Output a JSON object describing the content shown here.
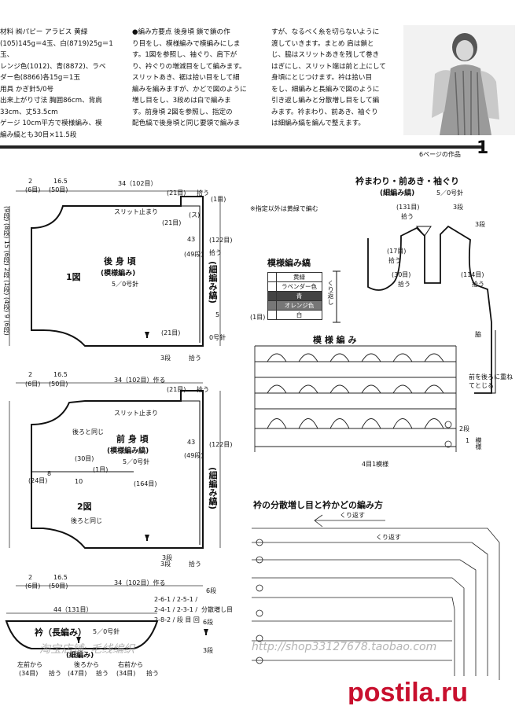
{
  "header": {
    "col1": "材料 ㈱パピー アラビス 黄緑\n(105)145g＝4玉、白(8719)25g＝1玉、\nレンジ色(1012)、青(8872)、ラベ\nダー色(8866)各15g＝1玉\n用具 かぎ針5/0号\n出来上がり寸法 胸囲86cm、背肩\n33cm、丈53.5cm\nゲージ 10cm平方で模様編み、模\n編み縞とも30目×11.5段",
    "col2": "●編み方要点 後身頃 鎖で鎖の作\nり目をし、模様編みで模編みにしま\nす。1図を参照し、袖ぐり、肩下が\nり、衿ぐりの増減目をして編みます。\nスリットあき、裾は拾い目をして細\n編みを編みますが、かどで図のように\n増し目をし、3段めは白で編みま\nす。前身頃 2図を参照し、指定の\n配色縞で後身頃と同じ要領で編みま",
    "col3": "すが、なるべく糸を切らないように\n渡していきます。まとめ 肩は鎖と\nじ、脇はスリットあきを残して巻き\nはぎにし、スリット端は前と上にして\n身頃にとじつけます。衿は拾い目\nをし、細編みと長編みで図のように\n引き返し編みと分散増し目をして編\nみます。衿まわり、前あき、袖ぐり\nは細編み縞を編んで整えます。",
    "page_ref": "6ページの作品",
    "page_num": "1"
  },
  "back_panel": {
    "title": "後 身 頃",
    "pattern": "(模様編み)",
    "hook": "5／0号針",
    "fig": "1図",
    "slit": "スリット止まり",
    "border": "(細編み縞)",
    "w_top1": "2",
    "w_top2": "16.5",
    "w_top3": "34（102目）",
    "w_sts1": "(6目)",
    "w_sts2": "(50目)",
    "height": "(122目)",
    "h_pick": "拾う",
    "h43": "43",
    "h49": "(49段)",
    "r21a": "(21目)",
    "r21b": "(21目)",
    "r21c": "(21目)",
    "pick": "拾う",
    "one": "(1目)",
    "sp": "(ス)",
    "bottom": "34（102目）作る",
    "b2": "2",
    "b165": "16.5",
    "b6": "(6目)",
    "b50": "(50目)",
    "bot_row": "3段",
    "bot_pick": "拾う",
    "v_left": "(9段) (8段) 15 (6段) 2段 (1段) (4段) 9 (6段)",
    "five": "5",
    "gauge": "0号針"
  },
  "front_panel": {
    "title": "前 身 頃",
    "pattern": "(模様編み縞)",
    "hook": "5／0号針",
    "fig": "2図",
    "slit": "スリット止まり",
    "same1": "後ろと同じ",
    "same2": "後ろと同じ",
    "border": "(細編み縞)",
    "st30": "(30目)",
    "st24": "(24目)",
    "st8": "8",
    "st10": "10",
    "st164": "(164目)",
    "st1": "(1目)",
    "height": "(122目)",
    "h43": "43",
    "h49": "(49段)",
    "r21": "(21目)",
    "pick": "拾う",
    "bottom": "34（102目）作る",
    "b2": "2",
    "b165": "16.5",
    "b6": "(6目)",
    "b50": "(50目)",
    "bot_row": "3段",
    "bot_pick": "拾う",
    "six": "6段",
    "mid": "3段"
  },
  "collar_panel": {
    "title": "衿（長編み）",
    "hook": "5／0号針",
    "border": "(細編み)",
    "width": "44（131目）",
    "lpick": "左前から",
    "rpick": "右前から",
    "from_back": "後ろから",
    "s34a": "(34目)",
    "s47": "(47目)",
    "s34b": "(34目)",
    "pk1": "拾う",
    "pk2": "拾う",
    "pk3": "拾う",
    "series": "2-6-1 / 2-5-1 / 2-4-1 / 2-3-1 / 2-8-2 / 段 目 回",
    "dist": "分散増し目",
    "r6": "6段",
    "r3": "3段"
  },
  "finish_panel": {
    "title": "衿まわり・前あき・袖ぐり",
    "sub": "(細編み縞)",
    "hook": "5／0号針",
    "s131": "(131目)",
    "s17": "(17目)",
    "s30": "(30目)",
    "s114": "(114目)",
    "pick1": "拾う",
    "pick2": "拾う",
    "pick3": "拾う",
    "pick4": "拾う",
    "r3a": "3段",
    "r3b": "3段",
    "side": "脇",
    "overlap": "前を後ろに重ねてとじる"
  },
  "legend": {
    "note": "※指定以外は黄緑で編む",
    "title": "模様編み縞",
    "rows": [
      "黄緑",
      "ラベンダー色",
      "青",
      "オレンジ色",
      "白"
    ],
    "row_count": "(1目)",
    "repeat": "くり返し"
  },
  "stitch_chart": {
    "title": "模 様 編 み",
    "unit": "4目1模様",
    "r2": "2段",
    "pattern_label": "模様",
    "one": "1"
  },
  "collar_chart": {
    "title": "衿の分散増し目と衿かどの編み方",
    "repeat1": "くり返す",
    "repeat2": "くり返す"
  },
  "watermark": {
    "left": "淘宝店铺: 毛线编织",
    "right": "http://shop33127678.taobao.com"
  },
  "logo": {
    "text": "postila.ru"
  }
}
